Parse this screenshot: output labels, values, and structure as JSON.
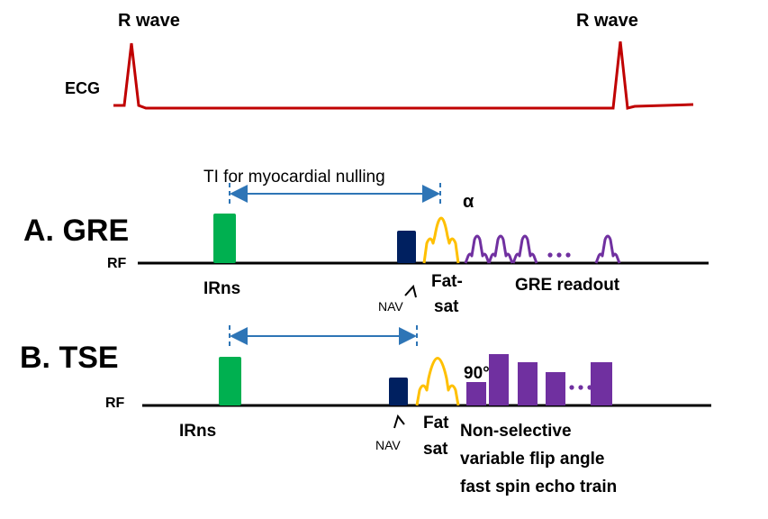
{
  "ecg": {
    "label": "ECG",
    "r_wave_left": "R wave",
    "r_wave_right": "R wave"
  },
  "gre": {
    "title": "A. GRE",
    "rf_label": "RF",
    "ti_label": "TI for myocardial nulling",
    "alpha_label": "α",
    "irns_label": "IRns",
    "nav_label": "NAV",
    "fatsat_line1": "Fat-",
    "fatsat_line2": "sat",
    "readout_label": "GRE readout"
  },
  "tse": {
    "title": "B. TSE",
    "rf_label": "RF",
    "angle_label": "90°",
    "irns_label": "IRns",
    "nav_label": "NAV",
    "fatsat_line1": "Fat",
    "fatsat_line2": "sat",
    "train_line1": "Non-selective",
    "train_line2": "variable flip angle",
    "train_line3": "fast spin echo train"
  },
  "colors": {
    "ecg": "#c00000",
    "baseline": "#000000",
    "irns_pulse": "#00b050",
    "nav_pulse": "#002060",
    "fatsat_pulse": "#ffc000",
    "readout_pulse": "#7030a0",
    "ti_arrow": "#2e75b6",
    "dashed_marker": "#2e75b6"
  }
}
